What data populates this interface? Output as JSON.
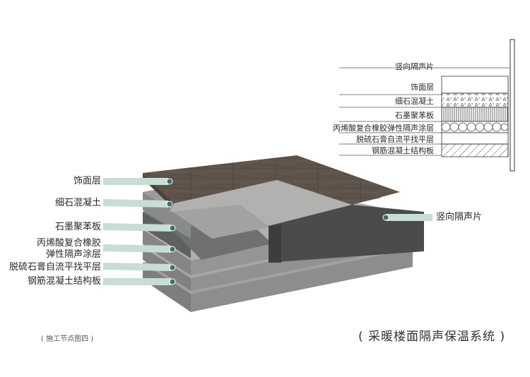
{
  "section_labels": [
    "竖向隔声片",
    "饰面层",
    "细石混凝土",
    "石墨聚苯板",
    "丙烯酸复合橡胶弹性隔声涂层",
    "脱硫石膏自流平找平层",
    "钢筋混凝土结构板"
  ],
  "layer_labels": {
    "finish": "饰面层",
    "fine_concrete": "细石混凝土",
    "graphite_eps": "石墨聚苯板",
    "acrylic_line1": "丙烯酸复合橡胶",
    "acrylic_line2": "弹性隔声涂层",
    "gypsum": "脱硫石膏自流平找平层",
    "rc_slab": "钢筋混凝土结构板",
    "vertical": "竖向隔声片"
  },
  "captions": {
    "node": "( 施工节点图四 )",
    "system": "( 采暖楼面隔声保温系统 )"
  },
  "colors": {
    "wood": "#5f544b",
    "concrete_top": "#a8a8a6",
    "concrete_side": "#8d8e8c",
    "eps": "#6f7071",
    "leader_band": "#c7ddd6",
    "leader_dot": "#3f6f6a"
  }
}
